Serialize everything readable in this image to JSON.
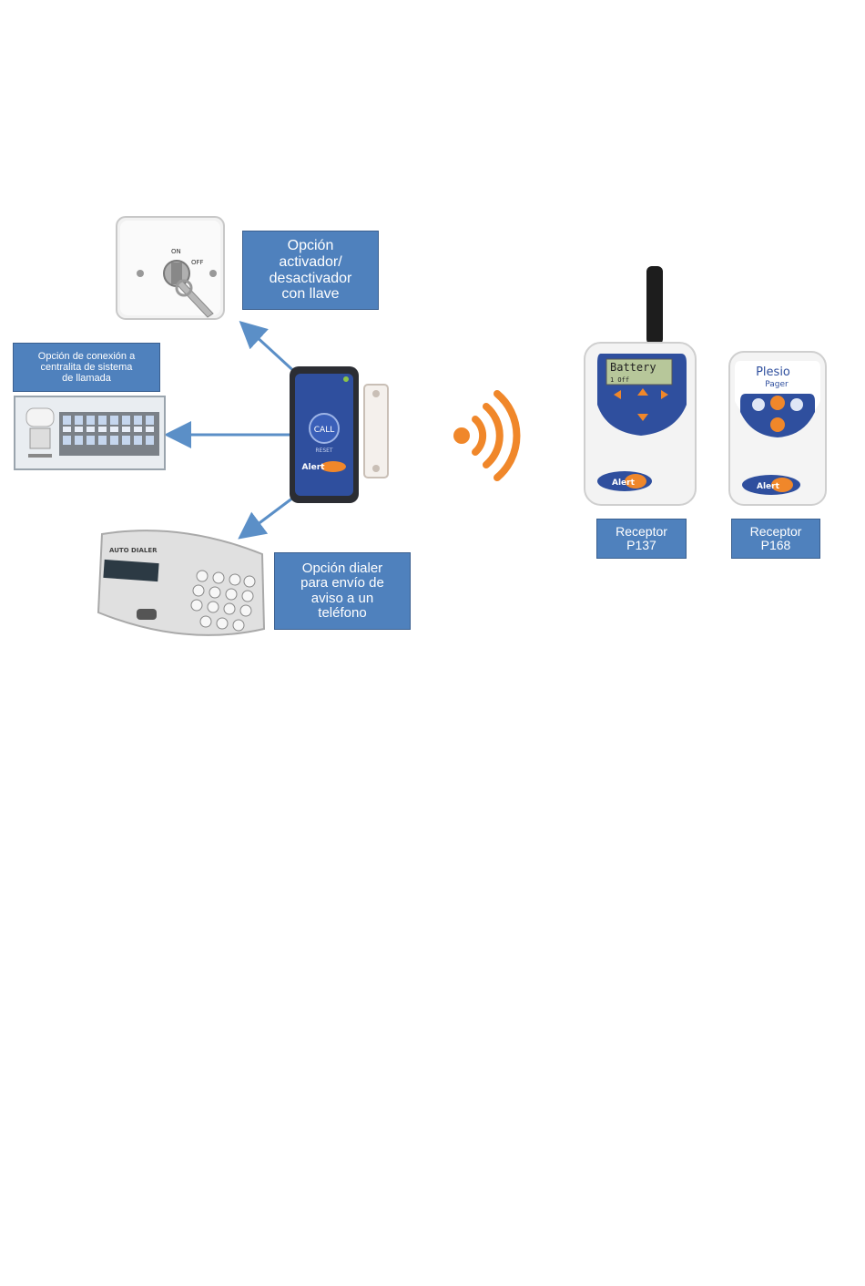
{
  "colors": {
    "label_bg": "#4f81bd",
    "arrow": "#5b8fc7",
    "wifi": "#f0872a",
    "device_blue": "#2f4f9e"
  },
  "labels": {
    "key_switch": "Opción\nactivador/\ndesactivador\ncon llave",
    "call_system": "Opción de conexión a\ncentralita de sistema\nde llamada",
    "dialer": "Opción dialer\npara envío de\naviso a un\nteléfono",
    "receptor_p137": "Receptor\nP137",
    "receptor_p168": "Receptor\nP168"
  },
  "device_text": {
    "key_on": "ON",
    "key_off": "OFF",
    "transmitter_button": "CALL",
    "transmitter_reset": "RESET",
    "transmitter_brand": "Alert",
    "dialer_brand": "AUTO DIALER",
    "p137_screen_line1": "Battery",
    "p137_screen_line2": "1 Off",
    "p137_brand": "Alert",
    "p168_title": "Plesio",
    "p168_subtitle": "Pager",
    "p168_brand": "Alert"
  },
  "icons": [
    "key-switch-device-icon",
    "call-panel-device-icon",
    "transmitter-device-icon",
    "magnetic-contact-icon",
    "auto-dialer-device-icon",
    "wireless-signal-icon",
    "receptor-p137-device-icon",
    "receptor-p168-device-icon"
  ]
}
